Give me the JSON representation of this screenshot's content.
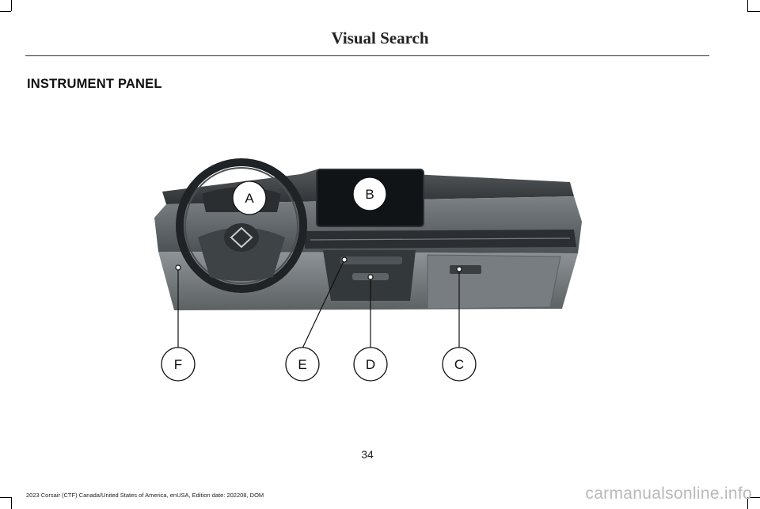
{
  "page": {
    "header": "Visual Search",
    "section_title": "INSTRUMENT PANEL",
    "page_number": "34",
    "footer": "2023 Corsair (CTF) Canada/United States of America, enUSA, Edition date: 202208, DOM",
    "watermark": "carmanualsonline.info"
  },
  "callouts": {
    "a": "A",
    "b": "B",
    "c": "C",
    "d": "D",
    "e": "E",
    "f": "F"
  },
  "illustration": {
    "icon": "instrument-panel-illustration",
    "colors": {
      "dash_dark": "#3a3f42",
      "dash_mid": "#6b7175",
      "dash_light": "#9aa0a3",
      "screen": "#111417"
    }
  }
}
